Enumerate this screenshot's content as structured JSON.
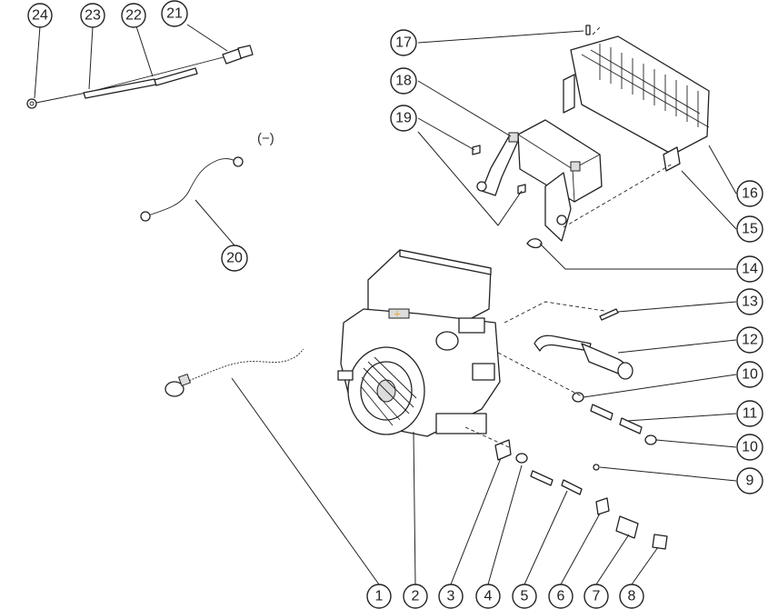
{
  "diagram": {
    "note": "(−)",
    "callouts": [
      "1",
      "2",
      "3",
      "4",
      "5",
      "6",
      "7",
      "8",
      "9",
      "10",
      "10",
      "11",
      "12",
      "13",
      "14",
      "15",
      "16",
      "17",
      "18",
      "19",
      "20",
      "21",
      "22",
      "23",
      "24"
    ]
  },
  "colors": {
    "line": "#222222",
    "accent": "#f5a623",
    "background": "#ffffff"
  }
}
